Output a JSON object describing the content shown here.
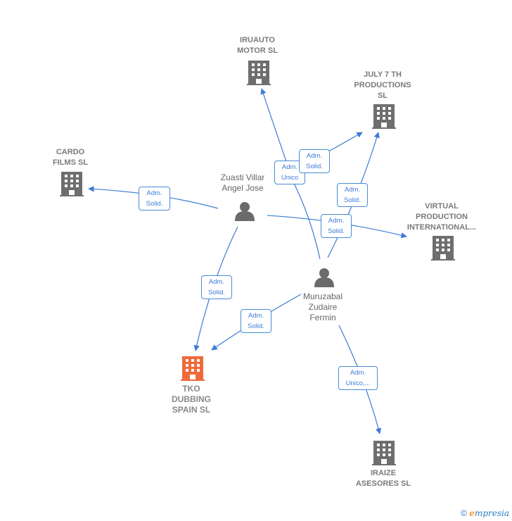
{
  "colors": {
    "edge": "#3a7bd5",
    "company": "#7a7a7a",
    "focus_company": "#f06a3b",
    "person": "#6b6b6b"
  },
  "companies": {
    "iruauto": "IRUAUTO\nMOTOR  SL",
    "july7": "JULY 7 TH\nPRODUCTIONS\nSL",
    "cardo": "CARDO\nFILMS  SL",
    "virtual": "VIRTUAL\nPRODUCTION\nINTERNATIONAL...",
    "tko": "TKO\nDUBBING\nSPAIN  SL",
    "iraize": "IRAIZE\nASESORES  SL"
  },
  "persons": {
    "zuasti": "Zuasti Villar\nAngel Jose",
    "muruzabal": "Muruzabal\nZudaire\nFermin"
  },
  "roles": {
    "zuasti_cardo": "Adm.\nSolid.",
    "zuasti_iruauto": "Adm.\nUnico",
    "zuasti_july7": "Adm.\nSolid.",
    "muruzabal_july7": "Adm.\nSolid.",
    "zuasti_virtual": "Adm.\nSolid.",
    "zuasti_tko": "Adm.\nSolid.",
    "muruzabal_tko": "Adm.\nSolid.",
    "muruzabal_iraize": "Adm.\nUnico,..."
  },
  "footer": {
    "copyright": "©",
    "brand_initial": "e",
    "brand_rest": "mpresia"
  }
}
